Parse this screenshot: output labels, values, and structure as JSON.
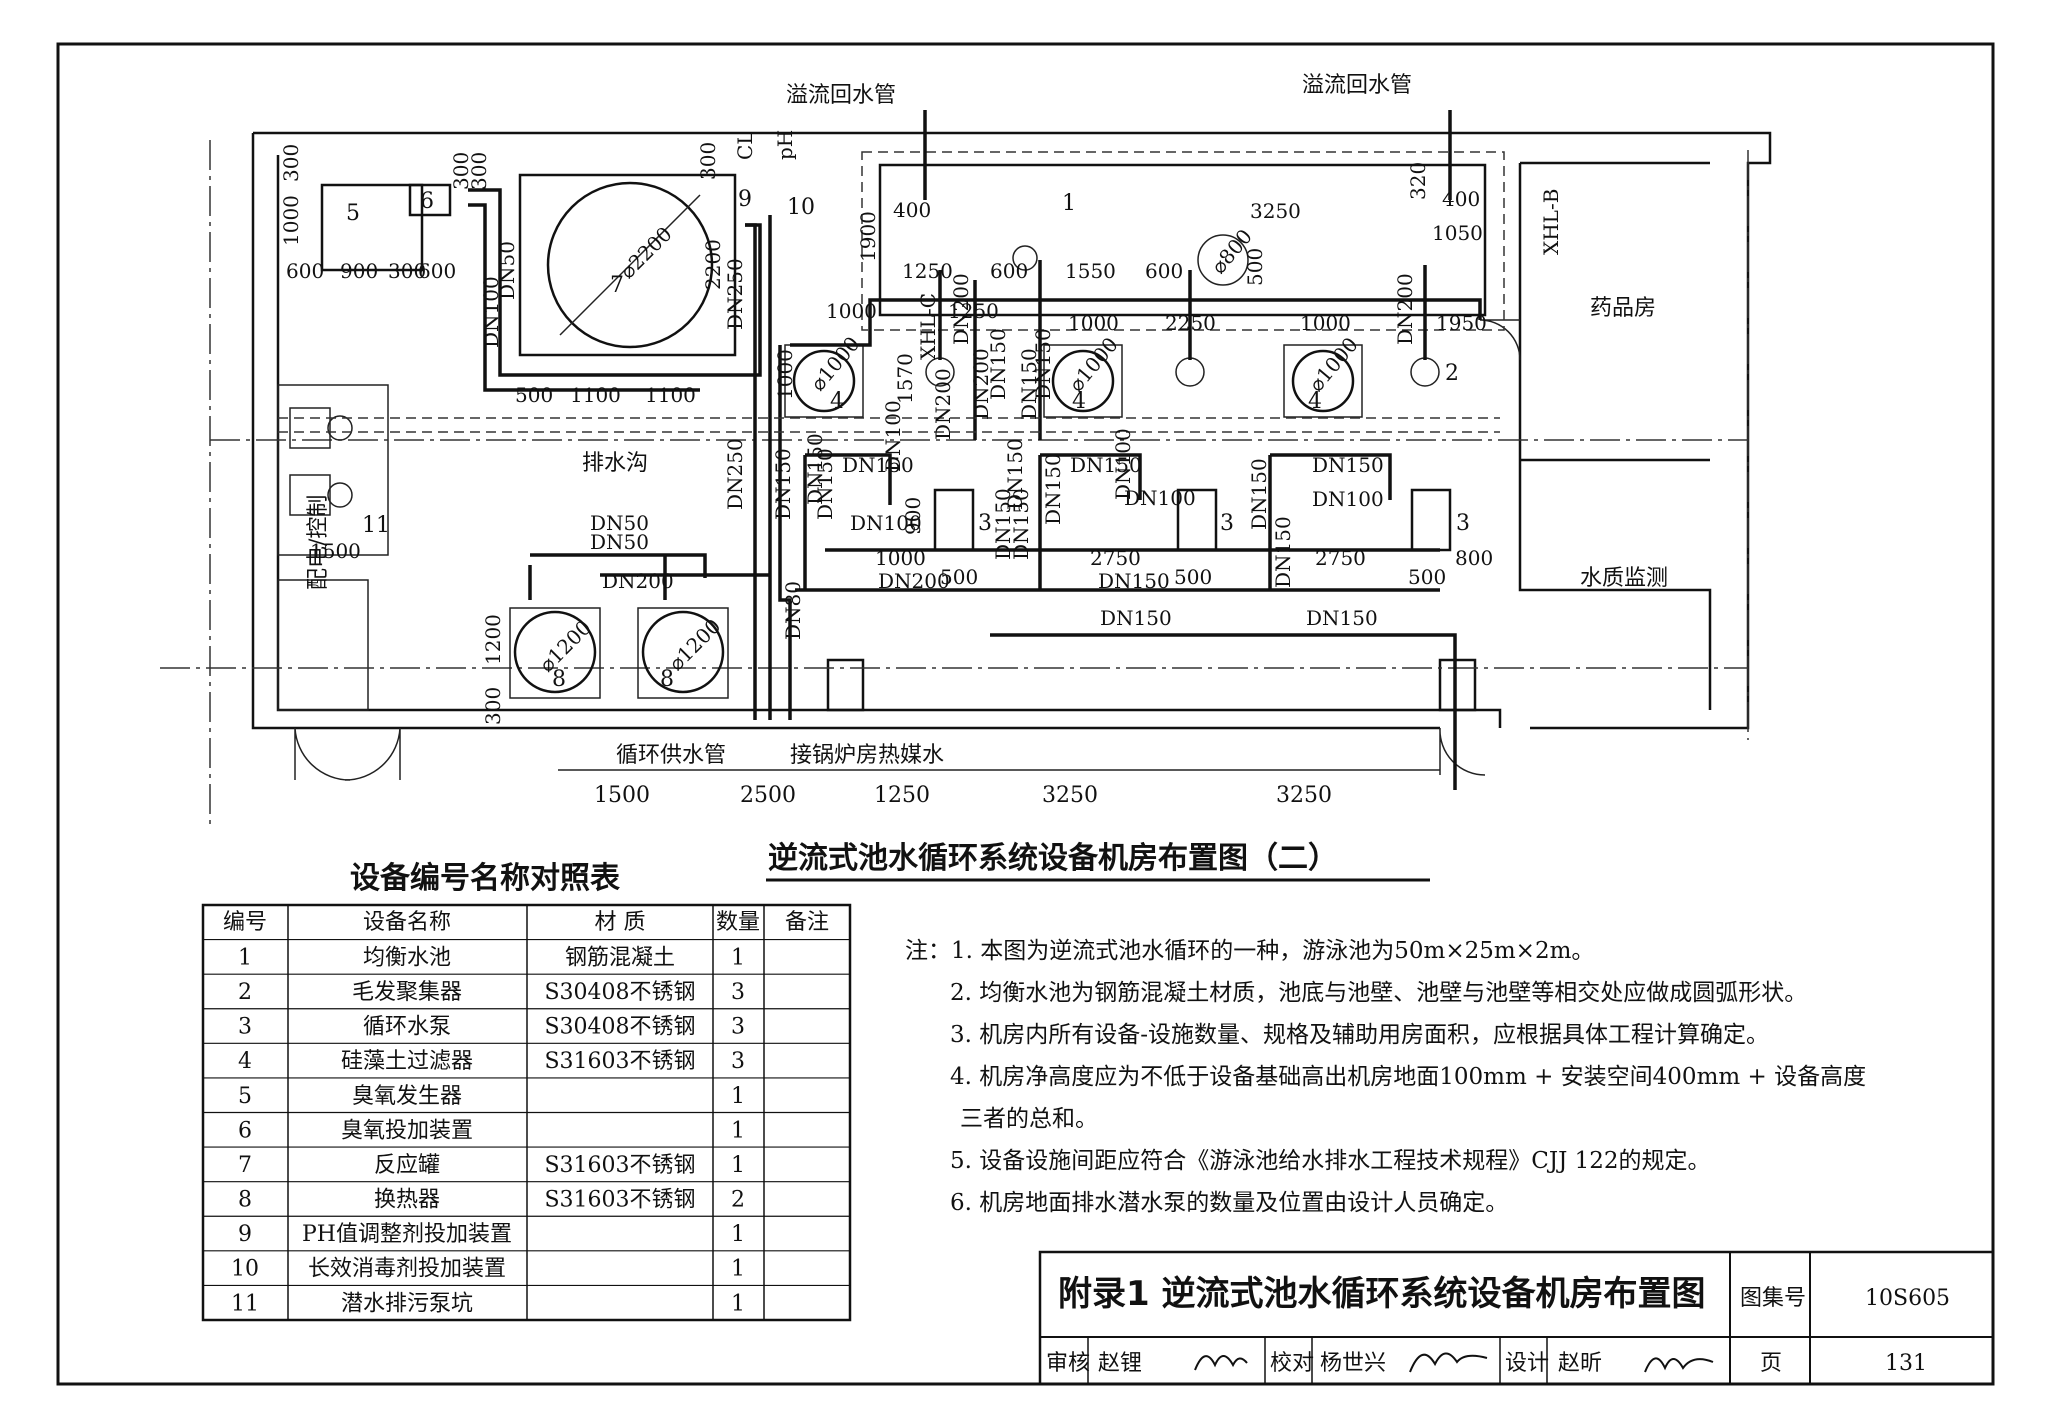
{
  "drawing": {
    "labels": {
      "overflow_return_left": "溢流回水管",
      "overflow_return_right": "溢流回水管",
      "drain_ditch": "排水沟",
      "supply_pipe": "循环供水管",
      "boiler_heat": "接锅炉房热媒水",
      "pharmacy_room": "药品房",
      "water_quality_room": "水质监测",
      "power_control_room": "配电/控制",
      "xhl_b": "XHL-B",
      "xhl_c": "XHL-C",
      "cl": "CL",
      "ph": "pH"
    },
    "equipment_numbers": {
      "n1": "1",
      "n2": "2",
      "n3a": "3",
      "n3b": "3",
      "n3c": "3",
      "n4a": "4",
      "n4b": "4",
      "n4c": "4",
      "n5": "5",
      "n6": "6",
      "n7": "7",
      "n8a": "8",
      "n8b": "8",
      "n9": "9",
      "n10": "10",
      "n11": "11"
    },
    "diameters": {
      "d7": "⌀2200",
      "d4a": "⌀1000",
      "d4b": "⌀1000",
      "d4c": "⌀1000",
      "d8a": "⌀1200",
      "d8b": "⌀1200",
      "dmh": "⌀800"
    },
    "dims": {
      "d300a": "300",
      "d1000a": "1000",
      "d600a": "600",
      "d900": "900",
      "d300b": "300",
      "d600b": "600",
      "d300c": "300",
      "d300d": "300",
      "d2200": "2200",
      "d300e": "300",
      "d400a": "400",
      "d1900": "1900",
      "d1250a": "1250",
      "d600c": "600",
      "d1550": "1550",
      "d600d": "600",
      "d3250a": "3250",
      "d320": "320",
      "d400b": "400",
      "d1050": "1050",
      "d500a": "500",
      "d1000b": "1000",
      "d1250b": "1250",
      "d1000c": "1000",
      "d2250": "2250",
      "d1000d": "1000",
      "d1950": "1950",
      "d500b": "500",
      "d1100a": "1100",
      "d1100b": "1100",
      "d1000e": "1000",
      "d1570": "1570",
      "d1500a": "1500",
      "d1200": "1200",
      "d300f": "300",
      "d900b": "900",
      "d1000f": "1000",
      "d2750a": "2750",
      "d2750b": "2750",
      "d800": "800",
      "d500c": "500",
      "d500d": "500",
      "d500e": "500",
      "b1500": "1500",
      "b2500": "2500",
      "b1250": "1250",
      "b3250a": "3250",
      "b3250b": "3250"
    },
    "pipes": {
      "p1": "DN100",
      "p2": "DN50",
      "p3": "DN250",
      "p4": "DN250",
      "p5": "DN150",
      "p6": "DN150",
      "p7": "DN80",
      "p8": "DN50",
      "p9": "DN50",
      "p10": "DN200",
      "p11": "DN200",
      "p12": "DN200",
      "p13": "DN150",
      "p14": "DN200",
      "p15": "DN150",
      "p16": "DN150",
      "p17": "DN100",
      "p18": "DN100",
      "p19": "DN150",
      "p20": "DN150",
      "p21": "DN150",
      "p22": "DN100",
      "p23": "DN150",
      "p24": "DN150",
      "p25": "DN200",
      "p26": "DN150",
      "p27": "DN100",
      "p28": "DN150",
      "p29": "DN150",
      "p30": "DN150",
      "p31": "DN150",
      "p32": "DN200",
      "p33": "DN150",
      "p34": "DN100",
      "p35": "DN150",
      "p36": "DN150"
    },
    "title": "逆流式池水循环系统设备机房布置图（二）"
  },
  "equipment_table": {
    "title": "设备编号名称对照表",
    "headers": [
      "编号",
      "设备名称",
      "材 质",
      "数量",
      "备注"
    ],
    "rows": [
      [
        "1",
        "均衡水池",
        "钢筋混凝土",
        "1",
        ""
      ],
      [
        "2",
        "毛发聚集器",
        "S30408不锈钢",
        "3",
        ""
      ],
      [
        "3",
        "循环水泵",
        "S30408不锈钢",
        "3",
        ""
      ],
      [
        "4",
        "硅藻土过滤器",
        "S31603不锈钢",
        "3",
        ""
      ],
      [
        "5",
        "臭氧发生器",
        "",
        "1",
        ""
      ],
      [
        "6",
        "臭氧投加装置",
        "",
        "1",
        ""
      ],
      [
        "7",
        "反应罐",
        "S31603不锈钢",
        "1",
        ""
      ],
      [
        "8",
        "换热器",
        "S31603不锈钢",
        "2",
        ""
      ],
      [
        "9",
        "PH值调整剂投加装置",
        "",
        "1",
        ""
      ],
      [
        "10",
        "长效消毒剂投加装置",
        "",
        "1",
        ""
      ],
      [
        "11",
        "潜水排污泵坑",
        "",
        "1",
        ""
      ]
    ]
  },
  "notes": {
    "lines": [
      "注：1. 本图为逆流式池水循环的一种，游泳池为50m×25m×2m。",
      "2. 均衡水池为钢筋混凝土材质，池底与池壁、池壁与池壁等相交处应做成圆弧形状。",
      "3. 机房内所有设备-设施数量、规格及辅助用房面积，应根据具体工程计算确定。",
      "4. 机房净高度应为不低于设备基础高出机房地面100mm + 安装空间400mm + 设备高度",
      "三者的总和。",
      "5. 设备设施间距应符合《游泳池给水排水工程技术规程》CJJ 122的规定。",
      "6. 机房地面排水潜水泵的数量及位置由设计人员确定。"
    ]
  },
  "title_block": {
    "title": "附录1  逆流式池水循环系统设备机房布置图",
    "atlas_label": "图集号",
    "atlas_no": "10S605",
    "review_label": "审核",
    "reviewer": "赵锂",
    "check_label": "校对",
    "checker": "杨世兴",
    "design_label": "设计",
    "designer": "赵昕",
    "page_label": "页",
    "page_no": "131"
  }
}
